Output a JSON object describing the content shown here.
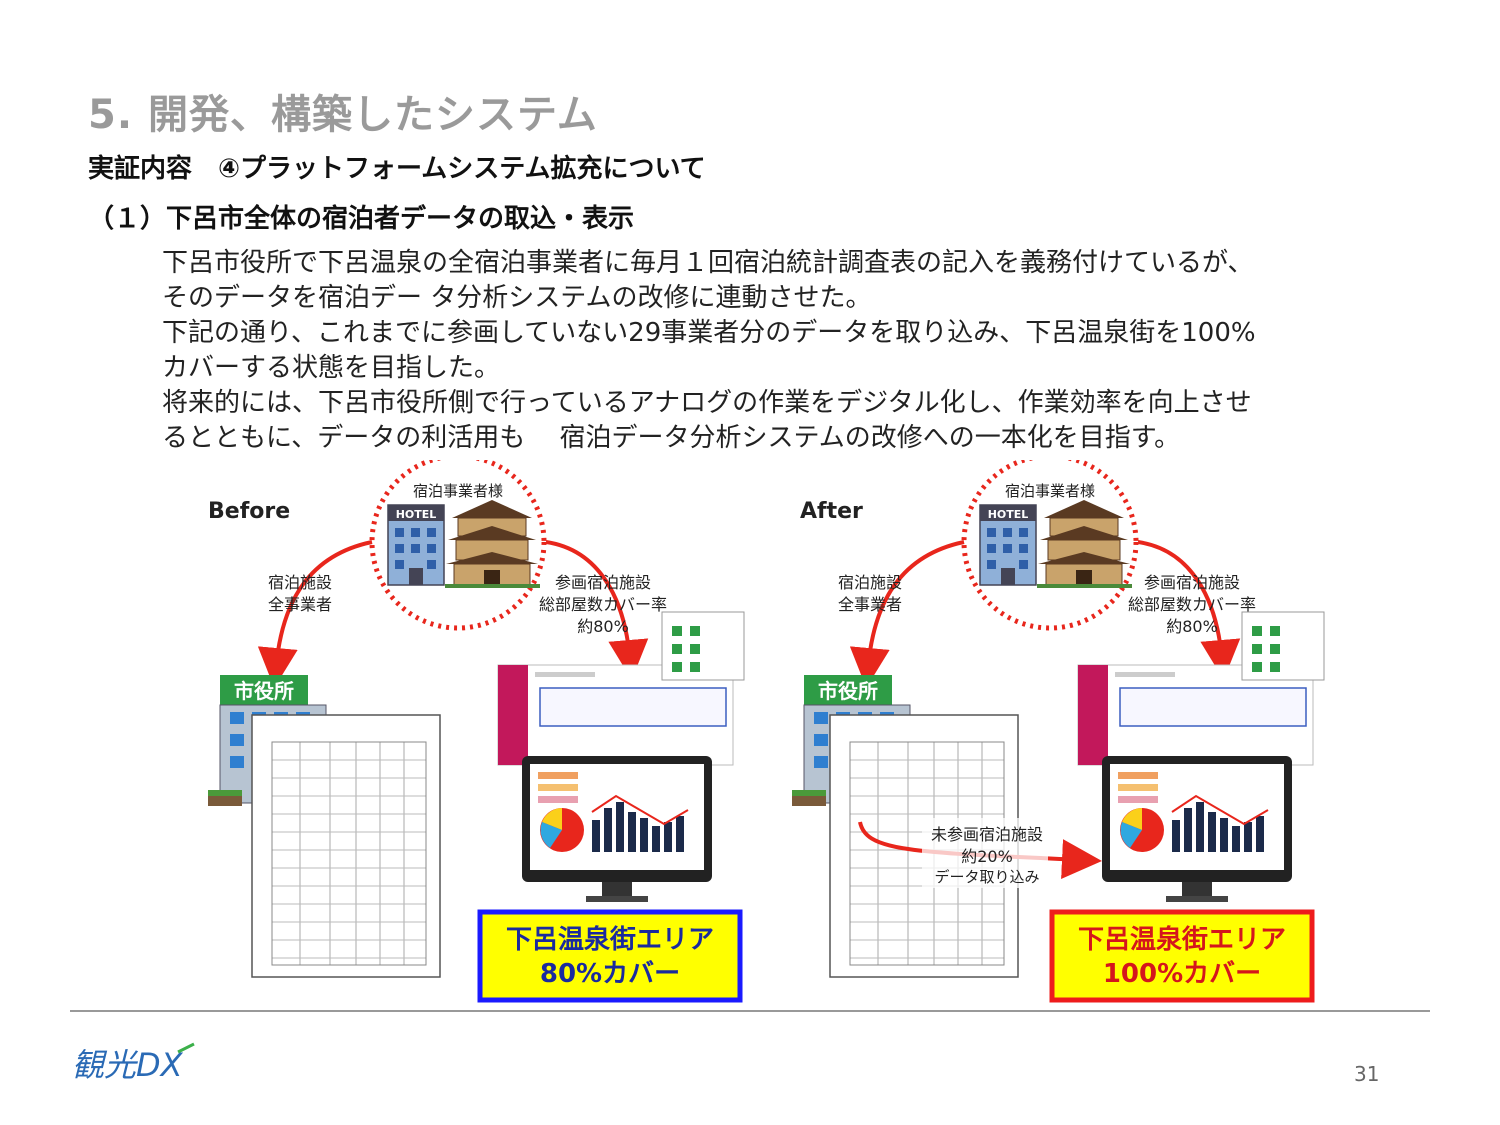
{
  "title": "5. 開発、構築したシステム",
  "subtitle": "実証内容　④プラットフォームシステム拡充について",
  "section_heading": "（１）下呂市全体の宿泊者データの取込・表示",
  "body_lines": [
    "下呂市役所で下呂温泉の全宿泊事業者に毎月１回宿泊統計調査表の記入を義務付けているが、",
    "そのデータを宿泊デー タ分析システムの改修に連動させた。",
    "下記の通り、これまでに参画していない29事業者分のデータを取り込み、下呂温泉街を100%",
    "カバーする状態を目指した。",
    "将来的には、下呂市役所側で行っているアナログの作業をデジタル化し、作業効率を向上させ",
    "るとともに、データの利活用も　 宿泊データ分析システムの改修への一本化を目指す。"
  ],
  "diagram": {
    "before": {
      "label": "Before",
      "circle_label": "宿泊事業者様",
      "hotel_sign": "HOTEL",
      "left_arrow_label": [
        "宿泊施設",
        "全事業者"
      ],
      "right_arrow_label": [
        "参画宿泊施設",
        "総部屋数カバー率",
        "約80%"
      ],
      "city_hall_label": "市役所",
      "result_line1": "下呂温泉街エリア",
      "result_line2": "80%カバー",
      "result_border_color": "#1a1aff"
    },
    "after": {
      "label": "After",
      "circle_label": "宿泊事業者様",
      "hotel_sign": "HOTEL",
      "left_arrow_label": [
        "宿泊施設",
        "全事業者"
      ],
      "right_arrow_label": [
        "参画宿泊施設",
        "総部屋数カバー率",
        "約80%"
      ],
      "city_hall_label": "市役所",
      "import_label": [
        "未参画宿泊施設",
        "約20%",
        "データ取り込み"
      ],
      "result_line1": "下呂温泉街エリア",
      "result_line2": "100%カバー",
      "result_border_color": "#ee1c1c"
    },
    "colors": {
      "arrow": "#e8261c",
      "result_bg": "#ffff00",
      "result_text_before": "#1a2a9e",
      "result_text_after": "#d4161c",
      "city_hall_green": "#2e9c46",
      "building_blue": "#2f7fd0"
    }
  },
  "footer": {
    "logo_text": "観光DX",
    "page_number": "31"
  }
}
